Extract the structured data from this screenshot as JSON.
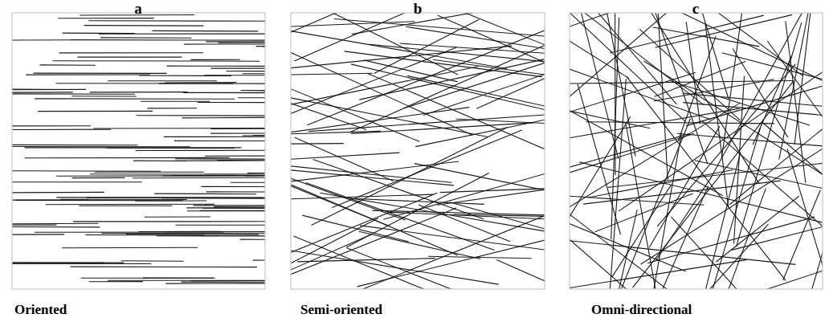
{
  "diagram": {
    "labels": [
      "a",
      "b",
      "c",
      "Oriented",
      "Semi-oriented",
      "Omni-directional"
    ]
  }
}
